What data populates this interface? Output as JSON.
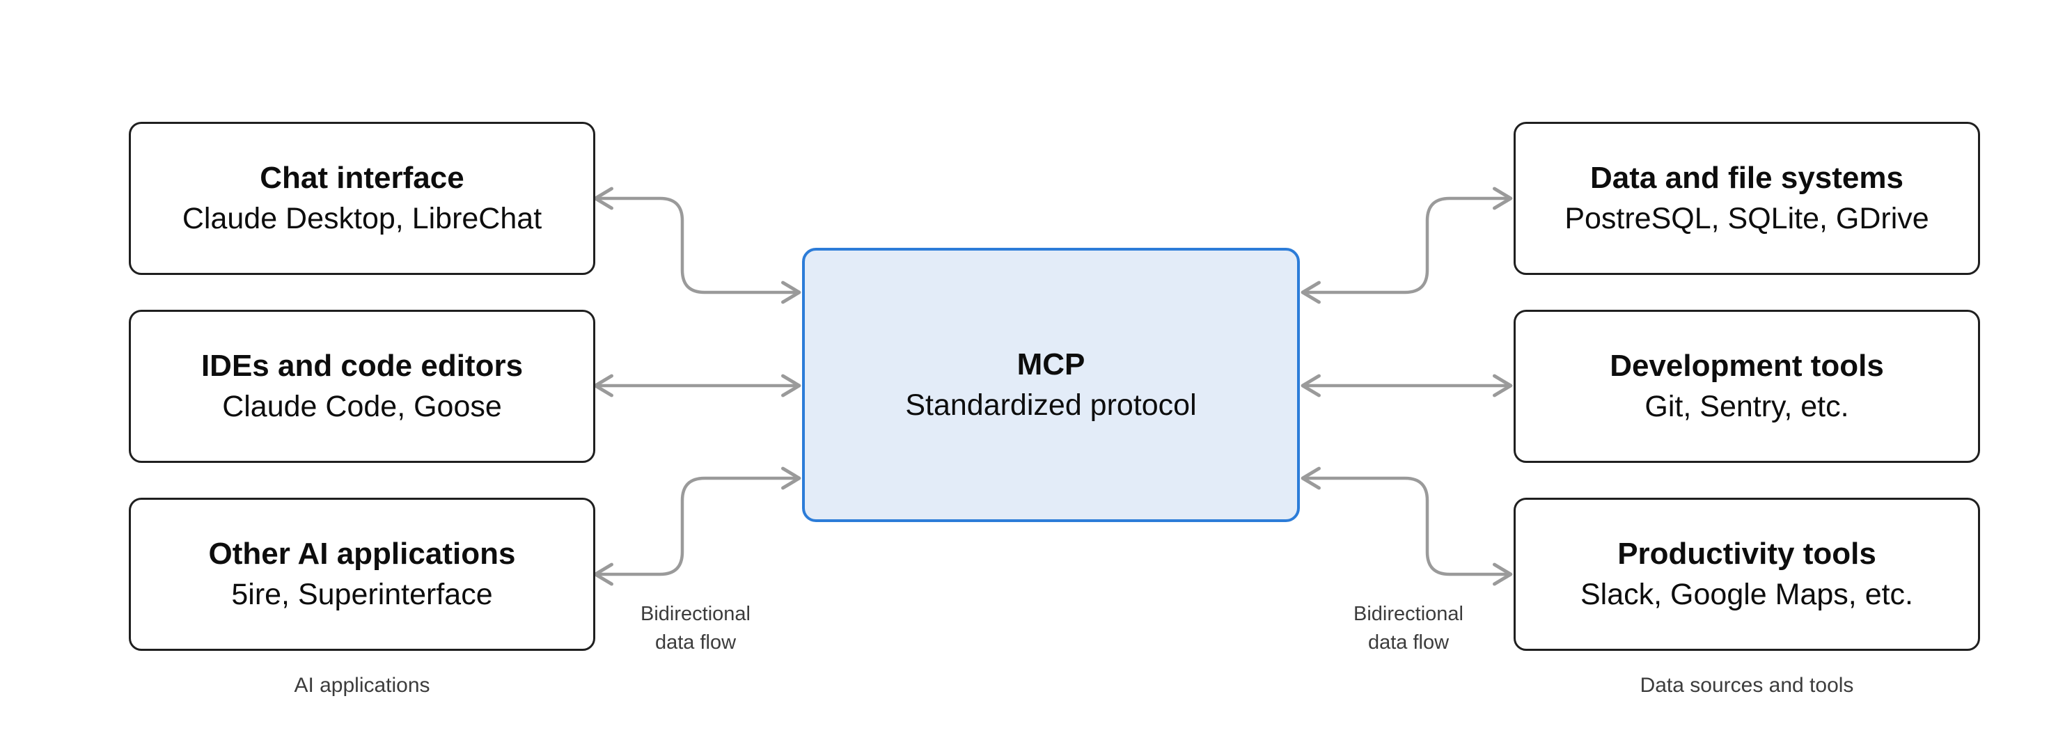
{
  "diagram": {
    "left_group": {
      "caption": "AI applications",
      "boxes": [
        {
          "title": "Chat interface",
          "subtitle": "Claude Desktop, LibreChat"
        },
        {
          "title": "IDEs and code editors",
          "subtitle": "Claude Code, Goose"
        },
        {
          "title": "Other AI applications",
          "subtitle": "5ire, Superinterface"
        }
      ]
    },
    "center": {
      "title": "MCP",
      "subtitle": "Standardized protocol"
    },
    "right_group": {
      "caption": "Data sources and tools",
      "boxes": [
        {
          "title": "Data and file systems",
          "subtitle": "PostreSQL, SQLite, GDrive"
        },
        {
          "title": "Development tools",
          "subtitle": "Git, Sentry, etc."
        },
        {
          "title": "Productivity tools",
          "subtitle": "Slack, Google Maps, etc."
        }
      ]
    },
    "flow_labels": {
      "left": [
        "Bidirectional",
        "data flow"
      ],
      "right": [
        "Bidirectional",
        "data flow"
      ]
    },
    "colors": {
      "mcp_fill": "#e3ecf8",
      "mcp_border": "#2c7cd8",
      "box_border": "#1f1f1f",
      "arrow": "#9a9a9a",
      "caption": "#3c3c3c",
      "text": "#0d0d0d",
      "bg": "#ffffff"
    }
  }
}
